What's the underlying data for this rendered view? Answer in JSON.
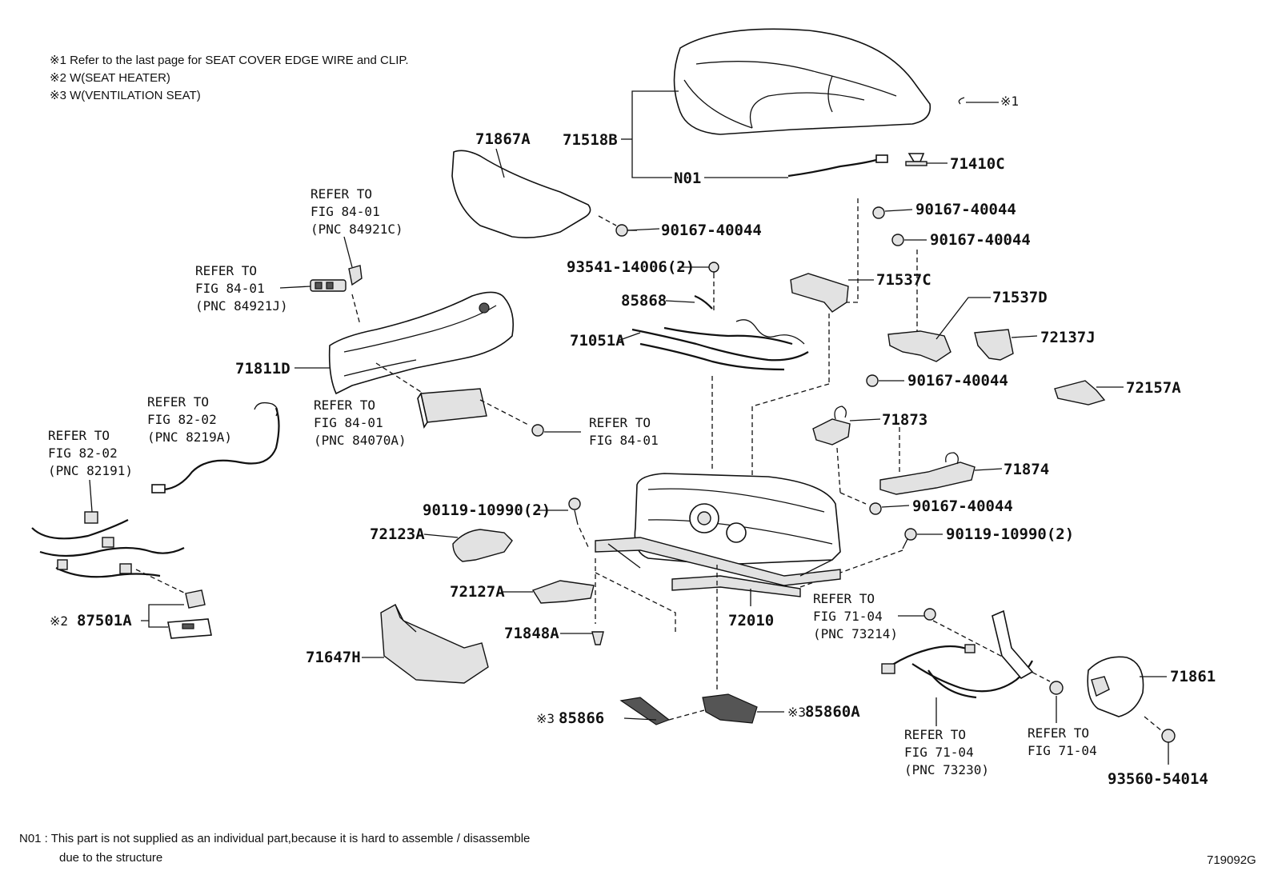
{
  "notes": {
    "n1": "※1  Refer to the last page for SEAT COVER EDGE WIRE and CLIP.",
    "n2": "※2  W(SEAT  HEATER)",
    "n3": "※3  W(VENTILATION  SEAT)",
    "n01_line1": "N01 : This part is not supplied as an individual part,because it is hard to assemble / disassemble",
    "n01_line2": "due to the structure",
    "figure_id": "719092G"
  },
  "marks": {
    "m1": "※1",
    "m2": "※2",
    "m3a": "※3",
    "m3b": "※3"
  },
  "parts": {
    "p71518B": "71518B",
    "pN01": "N01",
    "p71410C": "71410C",
    "p71867A": "71867A",
    "p90167a": "90167-40044",
    "p90167b": "90167-40044",
    "p90167c": "90167-40044",
    "p90167d": "90167-40044",
    "p90167e": "90167-40044",
    "p93541": "93541-14006(2)",
    "p85868": "85868",
    "p71051A": "71051A",
    "p71537C": "71537C",
    "p71537D": "71537D",
    "p72137J": "72137J",
    "p72157A": "72157A",
    "p71811D": "71811D",
    "p71873": "71873",
    "p71874": "71874",
    "p90119a": "90119-10990(2)",
    "p90119b": "90119-10990(2)",
    "p72123A": "72123A",
    "p72127A": "72127A",
    "p71848A": "71848A",
    "p72010": "72010",
    "p87501A": "87501A",
    "p71647H": "71647H",
    "p85866": "85866",
    "p85860A": "85860A",
    "p71861": "71861",
    "p93560": "93560-54014"
  },
  "refs": {
    "r84921C": [
      "REFER TO",
      "FIG 84-01",
      "(PNC 84921C)"
    ],
    "r84921J": [
      "REFER TO",
      "FIG 84-01",
      "(PNC 84921J)"
    ],
    "r84070A": [
      "REFER TO",
      "FIG 84-01",
      "(PNC 84070A)"
    ],
    "r8401": [
      "REFER TO",
      "FIG 84-01"
    ],
    "r8219A": [
      "REFER TO",
      "FIG 82-02",
      "(PNC 8219A)"
    ],
    "r82191": [
      "REFER TO",
      "FIG 82-02",
      "(PNC 82191)"
    ],
    "r73214": [
      "REFER TO",
      "FIG 71-04",
      "(PNC 73214)"
    ],
    "r73230": [
      "REFER TO",
      "FIG 71-04",
      "(PNC 73230)"
    ],
    "r7104": [
      "REFER TO",
      "FIG 71-04"
    ]
  }
}
